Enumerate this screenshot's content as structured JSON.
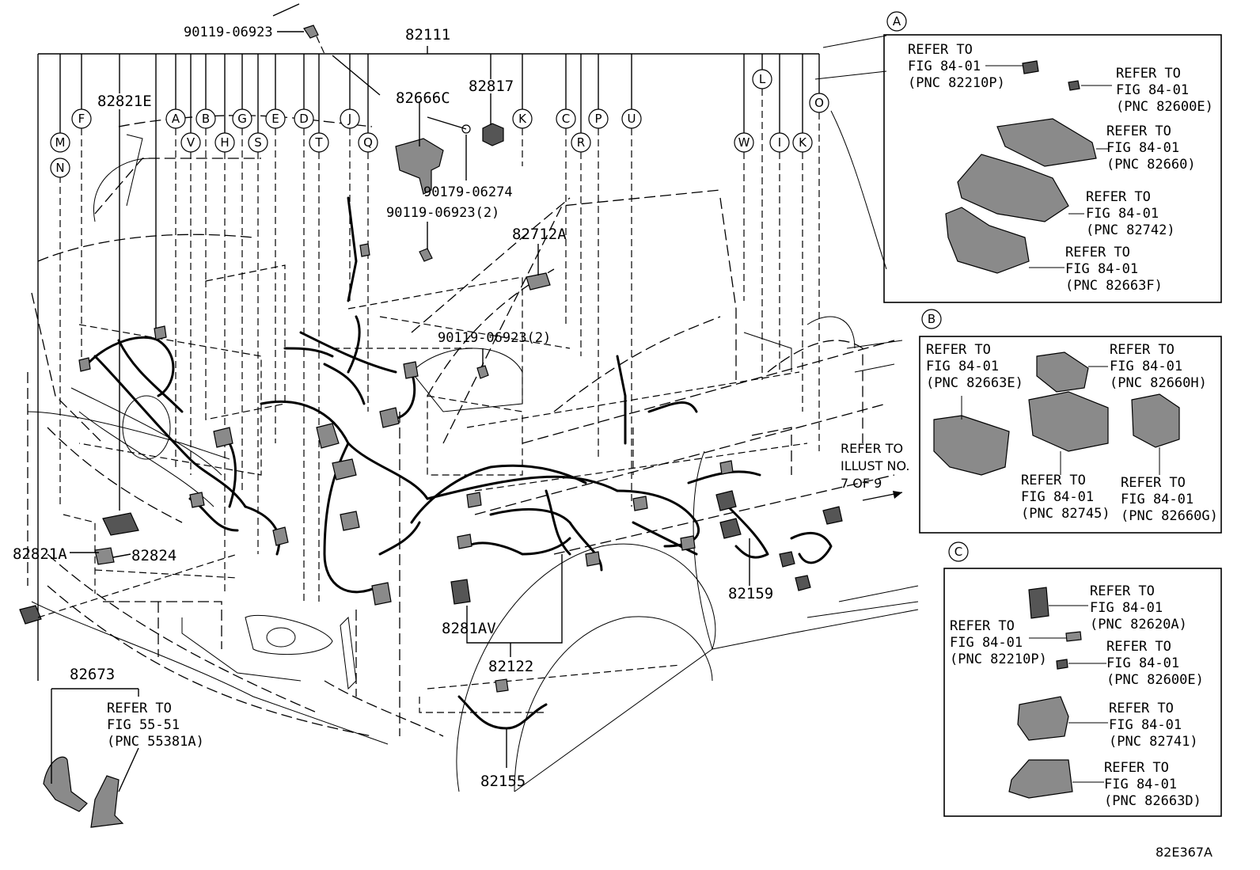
{
  "part_numbers": {
    "p90119_06923_top": "90119-06923",
    "p82111": "82111",
    "p82821E": "82821E",
    "p82666C": "82666C",
    "p82817": "82817",
    "p90179_06274": "90179-06274",
    "p90119_06923_2a": "90119-06923(2)",
    "p82712A": "82712A",
    "p90119_06923_2b": "90119-06923(2)",
    "p82821A": "82821A",
    "p82824": "82824",
    "p8281AV": "8281AV",
    "p82122": "82122",
    "p82159": "82159",
    "p82673": "82673",
    "p82155": "82155"
  },
  "connector_labels": {
    "M": "M",
    "N": "N",
    "F": "F",
    "A": "A",
    "V": "V",
    "B": "B",
    "H": "H",
    "G": "G",
    "S": "S",
    "E": "E",
    "D": "D",
    "T": "T",
    "J": "J",
    "Q": "Q",
    "K": "K",
    "C": "C",
    "R": "R",
    "P": "P",
    "U": "U",
    "W": "W",
    "L": "L",
    "I": "I",
    "K2": "K",
    "O": "O"
  },
  "refer_illust": [
    "REFER TO",
    "ILLUST NO.",
    "7 OF 9"
  ],
  "refer_55": [
    "REFER TO",
    "FIG 55-51",
    "(PNC 55381A)"
  ],
  "inset_a": {
    "label": "A",
    "refs": [
      [
        "REFER TO",
        "FIG 84-01",
        "(PNC 82210P)"
      ],
      [
        "REFER TO",
        "FIG 84-01",
        "(PNC 82600E)"
      ],
      [
        "REFER TO",
        "FIG 84-01",
        "(PNC 82660)"
      ],
      [
        "REFER TO",
        "FIG 84-01",
        "(PNC 82742)"
      ],
      [
        "REFER TO",
        "FIG 84-01",
        "(PNC 82663F)"
      ]
    ]
  },
  "inset_b": {
    "label": "B",
    "refs": [
      [
        "REFER TO",
        "FIG 84-01",
        "(PNC 82663E)"
      ],
      [
        "REFER TO",
        "FIG 84-01",
        "(PNC 82660H)"
      ],
      [
        "REFER TO",
        "FIG 84-01",
        "(PNC 82745)"
      ],
      [
        "REFER TO",
        "FIG 84-01",
        "(PNC 82660G)"
      ]
    ]
  },
  "inset_c": {
    "label": "C",
    "refs": [
      [
        "REFER TO",
        "FIG 84-01",
        "(PNC 82620A)"
      ],
      [
        "REFER TO",
        "FIG 84-01",
        "(PNC 82210P)"
      ],
      [
        "REFER TO",
        "FIG 84-01",
        "(PNC 82600E)"
      ],
      [
        "REFER TO",
        "FIG 84-01",
        "(PNC 82741)"
      ],
      [
        "REFER TO",
        "FIG 84-01",
        "(PNC 82663D)"
      ]
    ]
  },
  "illustration_code": "82E367A"
}
